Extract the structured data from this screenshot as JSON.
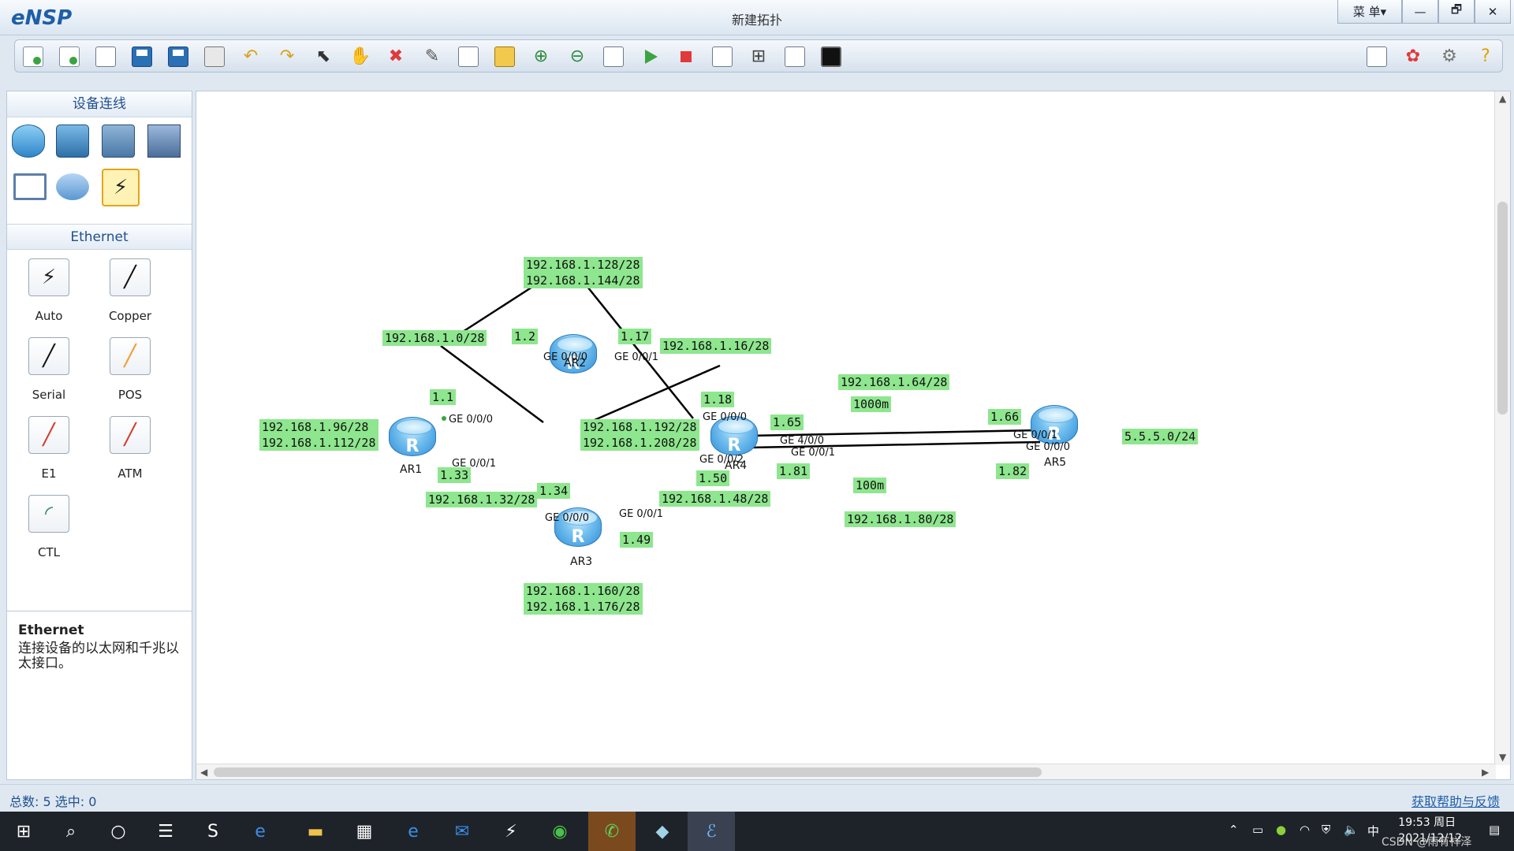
{
  "app": {
    "name": "eNSP",
    "window_title": "新建拓扑"
  },
  "window_controls": {
    "menu": "菜 单▾",
    "minimize": "—",
    "restore": "🗗",
    "close": "✕"
  },
  "toolbar": {
    "icons": [
      "new-topology",
      "new-example",
      "open",
      "save",
      "save-as",
      "print",
      "undo",
      "redo",
      "select",
      "pan",
      "delete",
      "delete-all-links",
      "text",
      "palette",
      "zoom-in",
      "zoom-out",
      "fit",
      "start-all",
      "stop-all",
      "capture",
      "topology-view",
      "grid",
      "console"
    ],
    "right_icons": [
      "chat",
      "huawei-logo",
      "settings",
      "help"
    ]
  },
  "left_panel": {
    "device_title": "设备连线",
    "devices": [
      "router",
      "switch",
      "wireless",
      "firewall",
      "pc",
      "cloud",
      "connection"
    ],
    "cable_title": "Ethernet",
    "cables": [
      {
        "label": "Auto",
        "color": "#111111"
      },
      {
        "label": "Copper",
        "color": "#111111"
      },
      {
        "label": "Serial",
        "color": "#111111"
      },
      {
        "label": "POS",
        "color": "#f39a2e"
      },
      {
        "label": "E1",
        "color": "#d33b2c"
      },
      {
        "label": "ATM",
        "color": "#d33b2c"
      },
      {
        "label": "CTL",
        "color": "#2e8b57"
      }
    ],
    "info_title": "Ethernet",
    "info_text": "连接设备的以太网和千兆以太接口。"
  },
  "routers": [
    "AR1",
    "AR2",
    "AR3",
    "AR4",
    "AR5"
  ],
  "router_glyph": "R",
  "ports": {
    "ar1_g000": "GE 0/0/0",
    "ar1_g001": "GE 0/0/1",
    "ar2_g000": "GE 0/0/0",
    "ar2_g001": "GE 0/0/1",
    "ar3_g000": "GE 0/0/0",
    "ar3_g001": "GE 0/0/1",
    "ar4_g000": "GE 0/0/0",
    "ar4_g002": "GE 0/0/2",
    "ar4_g400": "GE 4/0/0",
    "ar4_g001": "GE 0/0/1",
    "ar5_g001": "GE 0/0/1",
    "ar5_g000": "GE 0/0/0"
  },
  "net_labels": {
    "ar2_loop": "192.168.1.128/28\n192.168.1.144/28",
    "net_0": "192.168.1.0/28",
    "ip_1_2": "1.2",
    "ip_1_17": "1.17",
    "net_16": "192.168.1.16/28",
    "ip_1_1": "1.1",
    "ar1_loop": "192.168.1.96/28\n192.168.1.112/28",
    "ip_1_18": "1.18",
    "ar4_loop": "192.168.1.192/28\n192.168.1.208/28",
    "ip_1_65": "1.65",
    "net_64": "192.168.1.64/28",
    "bw_1000": "1000m",
    "ip_1_66": "1.66",
    "net_5": "5.5.5.0/24",
    "ip_1_33": "1.33",
    "ip_1_34": "1.34",
    "net_32": "192.168.1.32/28",
    "ip_1_50": "1.50",
    "ip_1_81": "1.81",
    "bw_100": "100m",
    "ip_1_82": "1.82",
    "net_48": "192.168.1.48/28",
    "ip_1_49": "1.49",
    "net_80": "192.168.1.80/28",
    "ar3_loop": "192.168.1.160/28\n192.168.1.176/28"
  },
  "status": {
    "left": "总数: 5  选中: 0",
    "right": "获取帮助与反馈"
  },
  "taskbar": {
    "apps": [
      "start",
      "search",
      "cortana",
      "task-view",
      "app-s",
      "ie",
      "explorer",
      "store",
      "edge",
      "mail",
      "app-bolt",
      "browser-360",
      "wechat",
      "app-box",
      "ensp"
    ],
    "tray_ime": "中",
    "clock_time": "19:53 周日",
    "clock_date": "2021/12/12",
    "watermark": "CSDN @雨有祥泽"
  }
}
